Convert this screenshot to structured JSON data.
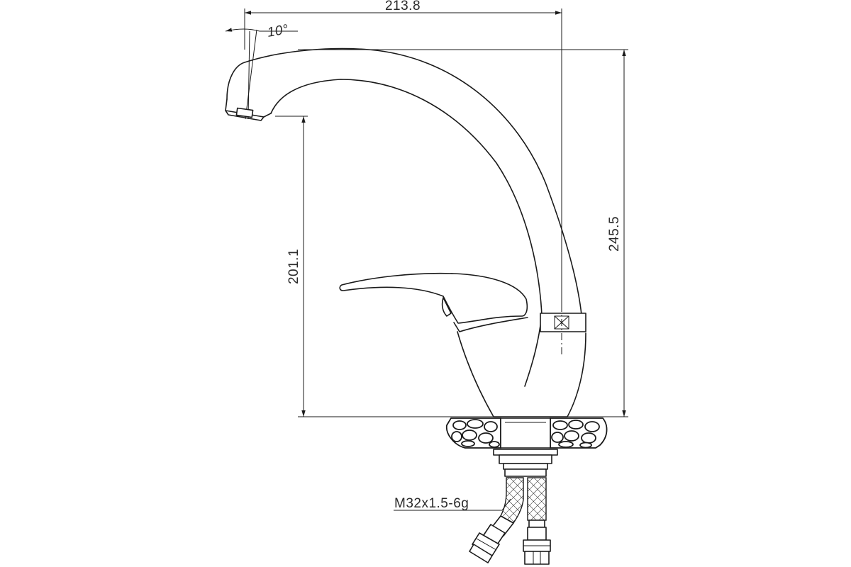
{
  "dimensions": {
    "width_total": "213.8",
    "height_total": "245.5",
    "spout_height": "201.1",
    "spout_angle": "10°",
    "thread": "M32x1.5-6g"
  }
}
